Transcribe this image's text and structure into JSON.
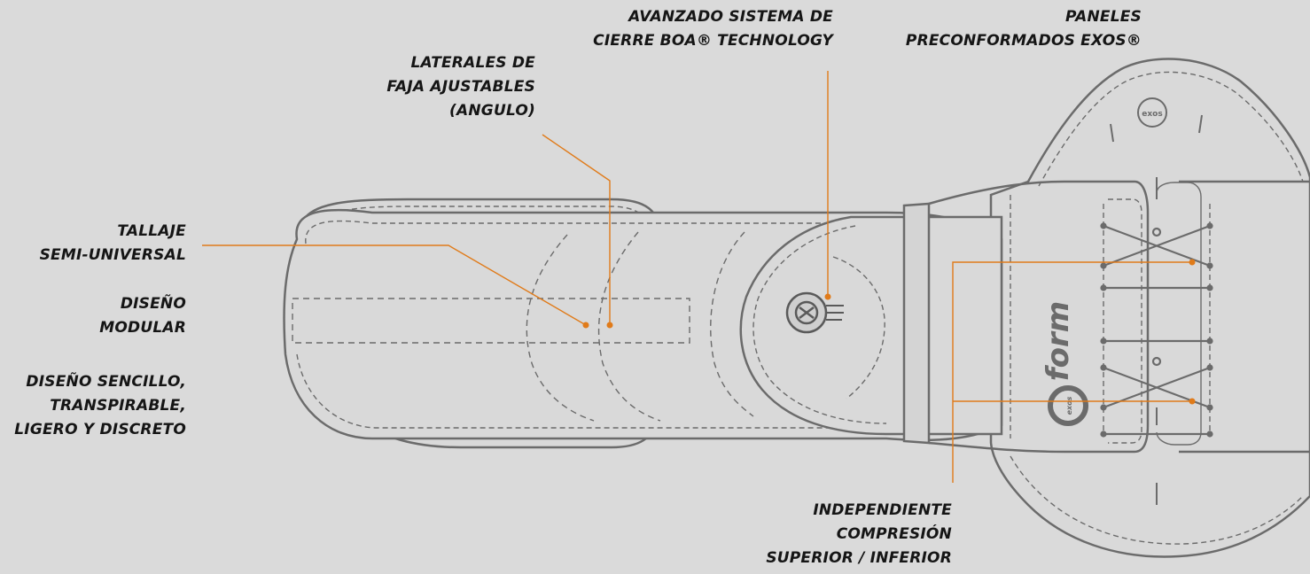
{
  "callouts": {
    "sizing": [
      "TALLAJE",
      "SEMI-UNIVERSAL"
    ],
    "modular": [
      "DISEÑO",
      "MODULAR"
    ],
    "simple": [
      "DISEÑO SENCILLO,",
      "TRANSPIRABLE,",
      "LIGERO Y DISCRETO"
    ],
    "lateral": [
      "LATERALES DE",
      "FAJA AJUSTABLES",
      "(ANGULO)"
    ],
    "boa": [
      "AVANZADO SISTEMA DE",
      "CIERRE BOA® TECHNOLOGY"
    ],
    "panels": [
      "PANELES",
      "PRECONFORMADOS EXOS®"
    ],
    "compression": [
      "INDEPENDIENTE",
      "COMPRESIÓN",
      "SUPERIOR / INFERIOR"
    ]
  },
  "brand": {
    "logo_small": "exos",
    "logo_vertical": "exos",
    "logo_word": "form"
  },
  "colors": {
    "background": "#dadada",
    "outline": "#6b6b6b",
    "callout_line": "#e07b1a",
    "text": "#151515"
  }
}
